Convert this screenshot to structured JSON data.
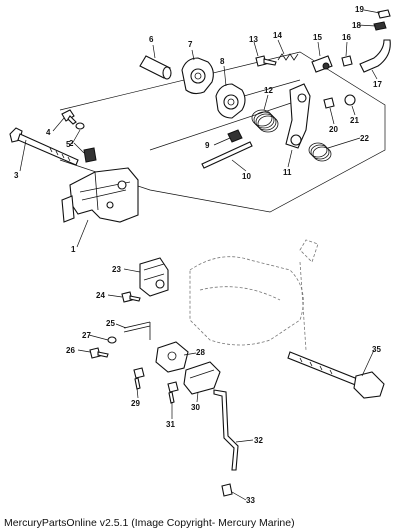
{
  "diagram": {
    "callouts": [
      "1",
      "2",
      "3",
      "4",
      "5",
      "6",
      "7",
      "8",
      "9",
      "10",
      "11",
      "12",
      "13",
      "14",
      "15",
      "16",
      "17",
      "18",
      "19",
      "20",
      "21",
      "22",
      "23",
      "24",
      "25",
      "26",
      "27",
      "28",
      "29",
      "30",
      "31",
      "32",
      "33",
      "35"
    ]
  },
  "footer": {
    "copyright": "MercuryPartsOnline v2.5.1 (Image Copyright- Mercury Marine)"
  }
}
